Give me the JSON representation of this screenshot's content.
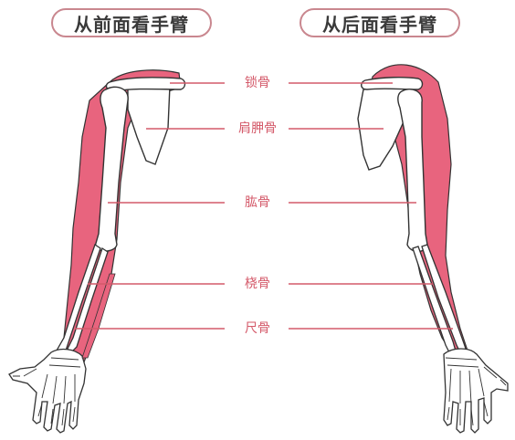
{
  "titles": {
    "front": "从前面看手臂",
    "back": "从后面看手臂"
  },
  "bones": [
    {
      "id": "clavicle",
      "label": "锁骨"
    },
    {
      "id": "scapula",
      "label": "肩胛骨"
    },
    {
      "id": "humerus",
      "label": "肱骨"
    },
    {
      "id": "radius",
      "label": "桡骨"
    },
    {
      "id": "ulna",
      "label": "尺骨"
    }
  ],
  "colors": {
    "muscle": "#e8647e",
    "bone_fill": "#ffffff",
    "outline": "#333333",
    "leader_line": "#d45a6a",
    "title_border": "#c9878f"
  }
}
